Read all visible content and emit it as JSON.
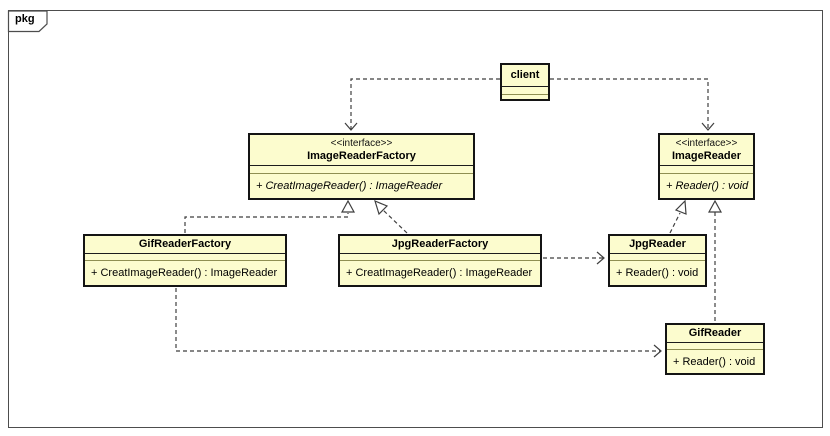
{
  "diagram": {
    "kind": "uml-class-diagram",
    "frame_label": "pkg",
    "colors": {
      "node_fill": "#FCFCCE",
      "node_border": "#141414",
      "edge": "#3F3F3F",
      "frame_border": "#4D4D4D"
    }
  },
  "classes": [
    {
      "name": "client",
      "stereotype": "",
      "methods": []
    },
    {
      "name": "ImageReaderFactory",
      "stereotype": "<<interface>>",
      "methods": [
        "+ CreatImageReader() : ImageReader"
      ]
    },
    {
      "name": "ImageReader",
      "stereotype": "<<interface>>",
      "methods": [
        "+ Reader() : void"
      ]
    },
    {
      "name": "GifReaderFactory",
      "stereotype": "",
      "methods": [
        "+ CreatImageReader() : ImageReader"
      ]
    },
    {
      "name": "JpgReaderFactory",
      "stereotype": "",
      "methods": [
        "+ CreatImageReader() : ImageReader"
      ]
    },
    {
      "name": "JpgReader",
      "stereotype": "",
      "methods": [
        "+ Reader() : void"
      ]
    },
    {
      "name": "GifReader",
      "stereotype": "",
      "methods": [
        "+ Reader() : void"
      ]
    }
  ],
  "edges": [
    {
      "from": "client",
      "to": "ImageReaderFactory",
      "type": "dependency"
    },
    {
      "from": "client",
      "to": "ImageReader",
      "type": "dependency"
    },
    {
      "from": "GifReaderFactory",
      "to": "ImageReaderFactory",
      "type": "realization"
    },
    {
      "from": "JpgReaderFactory",
      "to": "ImageReaderFactory",
      "type": "realization"
    },
    {
      "from": "JpgReader",
      "to": "ImageReader",
      "type": "realization"
    },
    {
      "from": "GifReader",
      "to": "ImageReader",
      "type": "realization"
    },
    {
      "from": "JpgReaderFactory",
      "to": "JpgReader",
      "type": "dependency"
    },
    {
      "from": "GifReaderFactory",
      "to": "GifReader",
      "type": "dependency"
    }
  ]
}
